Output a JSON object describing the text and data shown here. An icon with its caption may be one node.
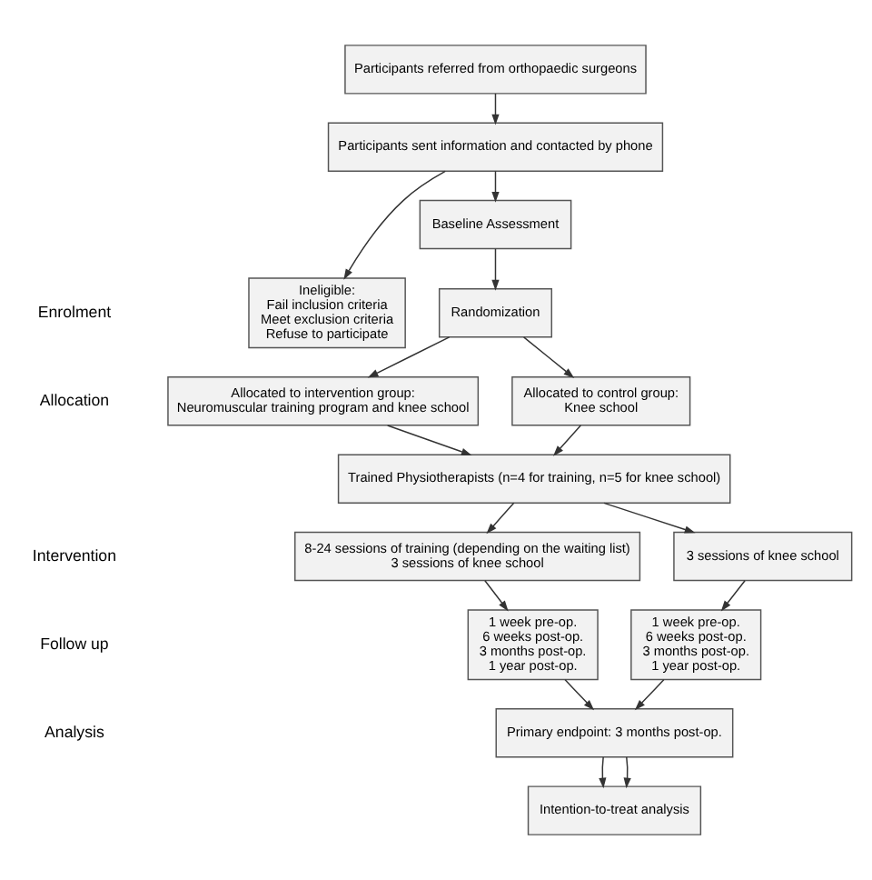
{
  "diagram": {
    "nodes": [
      {
        "text": [
          "Participants referred from orthopaedic surgeons"
        ]
      },
      {
        "text": [
          "Participants sent information and contacted by phone"
        ]
      },
      {
        "text": [
          "Ineligible:",
          "Fail inclusion criteria",
          "Meet exclusion criteria",
          "Refuse to participate"
        ]
      },
      {
        "text": [
          "Baseline Assessment"
        ]
      },
      {
        "text": [
          "Randomization"
        ]
      },
      {
        "text": [
          "Allocated to intervention group:",
          "Neuromuscular training program and knee school"
        ]
      },
      {
        "text": [
          "Allocated to control group:",
          "Knee school"
        ]
      },
      {
        "text": [
          "Trained Physiotherapists (n=4 for training, n=5 for knee school)"
        ]
      },
      {
        "text": [
          "8-24 sessions of training (depending on the waiting list)",
          "3 sessions of knee school"
        ]
      },
      {
        "text": [
          "3 sessions of knee school"
        ]
      },
      {
        "text": [
          "1 week pre-op.",
          "6 weeks post-op.",
          "3 months post-op.",
          "1 year post-op."
        ]
      },
      {
        "text": [
          "1 week pre-op.",
          "6 weeks post-op.",
          "3 months post-op.",
          "1 year post-op."
        ]
      },
      {
        "text": [
          "Primary endpoint: 3 months post-op."
        ]
      },
      {
        "text": [
          "Intention-to-treat analysis"
        ]
      }
    ],
    "edges": [
      {
        "from": 0,
        "to": 1,
        "arrow": "to"
      },
      {
        "from": 1,
        "to": 3,
        "arrow": "to"
      },
      {
        "from": 1,
        "to": 2,
        "arrow": "to"
      },
      {
        "from": 3,
        "to": 4,
        "arrow": "to"
      },
      {
        "from": 4,
        "to": 5,
        "arrow": "to"
      },
      {
        "from": 4,
        "to": 6,
        "arrow": "to"
      },
      {
        "from": 5,
        "to": 7,
        "arrow": "to"
      },
      {
        "from": 6,
        "to": 7,
        "arrow": "to"
      },
      {
        "from": 7,
        "to": 8,
        "arrow": "to"
      },
      {
        "from": 7,
        "to": 9,
        "arrow": "to"
      },
      {
        "from": 8,
        "to": 10,
        "arrow": "to"
      },
      {
        "from": 9,
        "to": 11,
        "arrow": "to"
      },
      {
        "from": 10,
        "to": 12,
        "arrow": "to"
      },
      {
        "from": 11,
        "to": 12,
        "arrow": "to"
      },
      {
        "from": 12,
        "to": 13,
        "arrow": "to"
      },
      {
        "from": 12,
        "to": 13,
        "arrow": "to"
      }
    ],
    "labels": [
      "Enrolment",
      "Allocation",
      "Intervention",
      "Follow up",
      "Analysis"
    ]
  }
}
